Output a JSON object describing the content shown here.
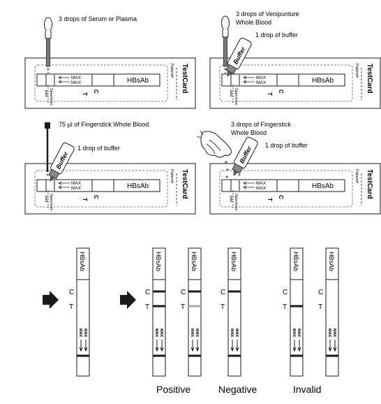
{
  "panels": [
    {
      "id": "serum",
      "caption": "3 drops of  Serum or Plasma",
      "caption2": ""
    },
    {
      "id": "venipuncture",
      "caption": "3 drops of  Venipunture",
      "caption2": "Whole Blood",
      "buffer_note": "1 drop of buffer"
    },
    {
      "id": "fingerstick_pipette",
      "caption": "75 µl of Fingerstick Whole Blood",
      "caption2": "",
      "buffer_note": "1 drop of buffer"
    },
    {
      "id": "fingerstick_drops",
      "caption": "3 drops of  Fingerstick",
      "caption2": "Whole Blood",
      "buffer_note": "1 drop of buffer"
    }
  ],
  "card": {
    "brand": "TestCard",
    "patient_label": "Patient#",
    "analyte": "HBsAb",
    "max_label": "MAX",
    "c_label": "C",
    "t_label": "T",
    "specimen_label": "Specimen",
    "pad_label": "pad"
  },
  "bottle_label": "Buffer",
  "strips": {
    "analyte": "HBsAb",
    "c_label": "C",
    "t_label": "T",
    "max_label": "MAX",
    "groups": [
      {
        "name": "",
        "strips": [
          {
            "c": "none",
            "t": "none"
          }
        ]
      },
      {
        "name": "Positive",
        "strips": [
          {
            "c": "strong",
            "t": "strong"
          },
          {
            "c": "strong",
            "t": "faint"
          }
        ]
      },
      {
        "name": "Negative",
        "strips": [
          {
            "c": "strong",
            "t": "none"
          }
        ]
      },
      {
        "name": "Invalid",
        "strips": [
          {
            "c": "none",
            "t": "strong"
          },
          {
            "c": "none",
            "t": "none"
          }
        ]
      }
    ]
  },
  "colors": {
    "ink": "#1a1a1a",
    "faint_line": "#a8a8a8",
    "blood": "#7a7a7a"
  }
}
